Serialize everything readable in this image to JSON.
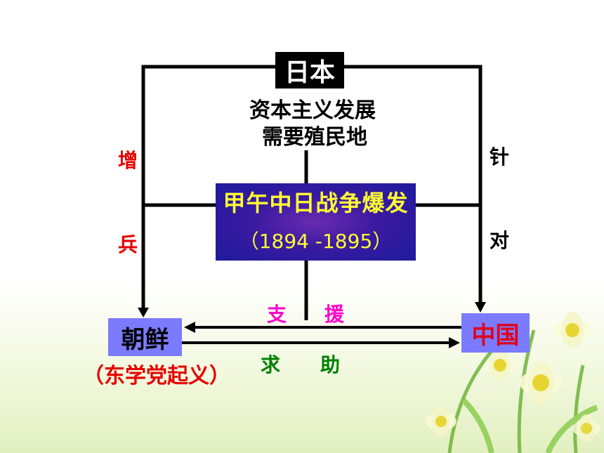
{
  "nodes": {
    "japan": "日本",
    "japan_cause_line1": "资本主义发展",
    "japan_cause_line2": "需要殖民地",
    "war_title": "甲午中日战争爆发",
    "war_years": "（1894 -1895）",
    "korea": "朝鲜",
    "korea_note": "（东学党起义）",
    "china": "中国"
  },
  "edge_labels": {
    "left_top": "增",
    "left_bottom": "兵",
    "right_top": "针",
    "right_bottom": "对",
    "support_1": "支",
    "support_2": "援",
    "request_1": "求",
    "request_2": "助"
  },
  "colors": {
    "node_fill": "#7b7bff",
    "japan_fill": "#000000",
    "war_text": "#ffff33",
    "red_text": "#e60000",
    "support_text": "#ff00cc",
    "request_text": "#008000"
  }
}
